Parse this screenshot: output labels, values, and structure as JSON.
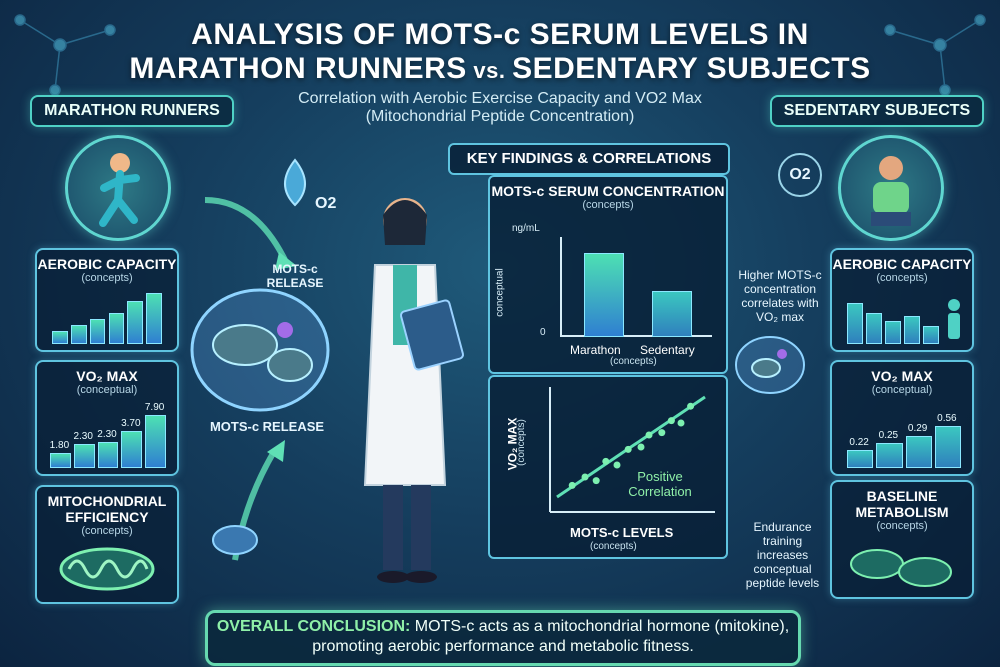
{
  "header": {
    "title_line1": "ANALYSIS OF MOTS-c SERUM LEVELS IN",
    "title_line2_main": "MARATHON RUNNERS",
    "title_line2_vs": " vs. ",
    "title_line2_end": "SEDENTARY SUBJECTS",
    "subtitle_line1": "Correlation with Aerobic Exercise Capacity and VO2 Max",
    "subtitle_line2": "(Mitochondrial Peptide Concentration)"
  },
  "left": {
    "group_label": "MARATHON RUNNERS",
    "aerobic": {
      "title": "AEROBIC CAPACITY",
      "sub": "(concepts)",
      "levels": [
        0.22,
        0.32,
        0.45,
        0.55,
        0.78,
        0.95
      ]
    },
    "vo2": {
      "title": "VO₂ MAX",
      "sub": "(conceptual)",
      "values": [
        "1.80",
        "2.30",
        "2.30",
        "3.70",
        "7.90"
      ],
      "levels": [
        0.25,
        0.4,
        0.45,
        0.65,
        0.95
      ]
    },
    "mito": {
      "title": "MITOCHONDRIAL EFFICIENCY",
      "sub": "(concepts)"
    },
    "release_top": "MOTS-c RELEASE",
    "release_bottom": "MOTS-c RELEASE",
    "o2_label": "O2"
  },
  "right": {
    "group_label": "SEDENTARY SUBJECTS",
    "aerobic": {
      "title": "AEROBIC CAPACITY",
      "sub": "(concepts)",
      "levels": [
        0.75,
        0.55,
        0.4,
        0.5,
        0.3
      ]
    },
    "vo2": {
      "title": "VO₂ MAX",
      "sub": "(conceptual)",
      "values": [
        "0.22",
        "0.25",
        "0.29",
        "0.56"
      ],
      "levels": [
        0.3,
        0.42,
        0.55,
        0.75
      ]
    },
    "baseline": {
      "title": "BASELINE METABOLISM",
      "sub": "(concepts)"
    },
    "note_top": "Higher MOTS-c concentration correlates with VO₂ max",
    "note_bottom": "Endurance training increases conceptual peptide levels",
    "o2_label": "O2"
  },
  "key_findings": {
    "title": "KEY FINDINGS & CORRELATIONS",
    "bar_chart": {
      "title": "MOTS-c SERUM CONCENTRATION",
      "sub": "(concepts)",
      "unit": "ng/mL",
      "ylabel": "conceptual",
      "zero": "0",
      "categories": [
        "Marathon",
        "Sedentary"
      ],
      "xsub": "(concepts)",
      "levels": [
        0.84,
        0.45
      ]
    },
    "scatter": {
      "ylabel": "VO₂ MAX",
      "ysub": "(concepts)",
      "xlabel": "MOTS-c LEVELS",
      "xsub": "(concepts)",
      "annotation": "Positive Correlation",
      "points": [
        [
          0.12,
          0.18
        ],
        [
          0.2,
          0.25
        ],
        [
          0.27,
          0.22
        ],
        [
          0.33,
          0.38
        ],
        [
          0.4,
          0.35
        ],
        [
          0.47,
          0.48
        ],
        [
          0.55,
          0.5
        ],
        [
          0.6,
          0.6
        ],
        [
          0.68,
          0.62
        ],
        [
          0.74,
          0.72
        ],
        [
          0.8,
          0.7
        ],
        [
          0.86,
          0.84
        ]
      ]
    }
  },
  "conclusion": {
    "lead": "OVERALL CONCLUSION:",
    "line1_rest": " MOTS-c acts as a mitochondrial hormone (mitokine),",
    "line2": "promoting aerobic performance and metabolic fitness."
  },
  "colors": {
    "accent": "#4fd1c5",
    "bar_top": "#4de0b3",
    "bar_bottom": "#2f7fd1",
    "background": "#153e5e"
  }
}
